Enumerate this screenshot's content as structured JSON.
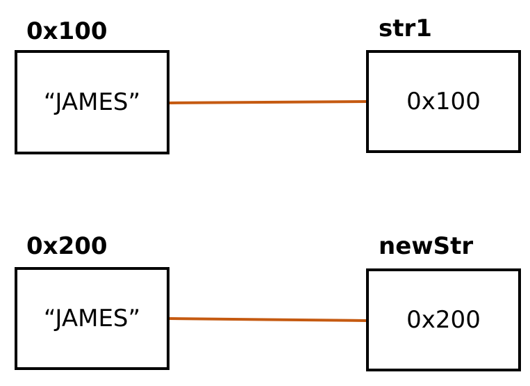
{
  "colors": {
    "connector": "#C55A11",
    "border": "#000000",
    "background": "#FFFFFF"
  },
  "rows": [
    {
      "address_label": "0x100",
      "heap_value": "“JAMES”",
      "variable_name": "str1",
      "variable_value": "0x100"
    },
    {
      "address_label": "0x200",
      "heap_value": "“JAMES”",
      "variable_name": "newStr",
      "variable_value": "0x200"
    }
  ]
}
